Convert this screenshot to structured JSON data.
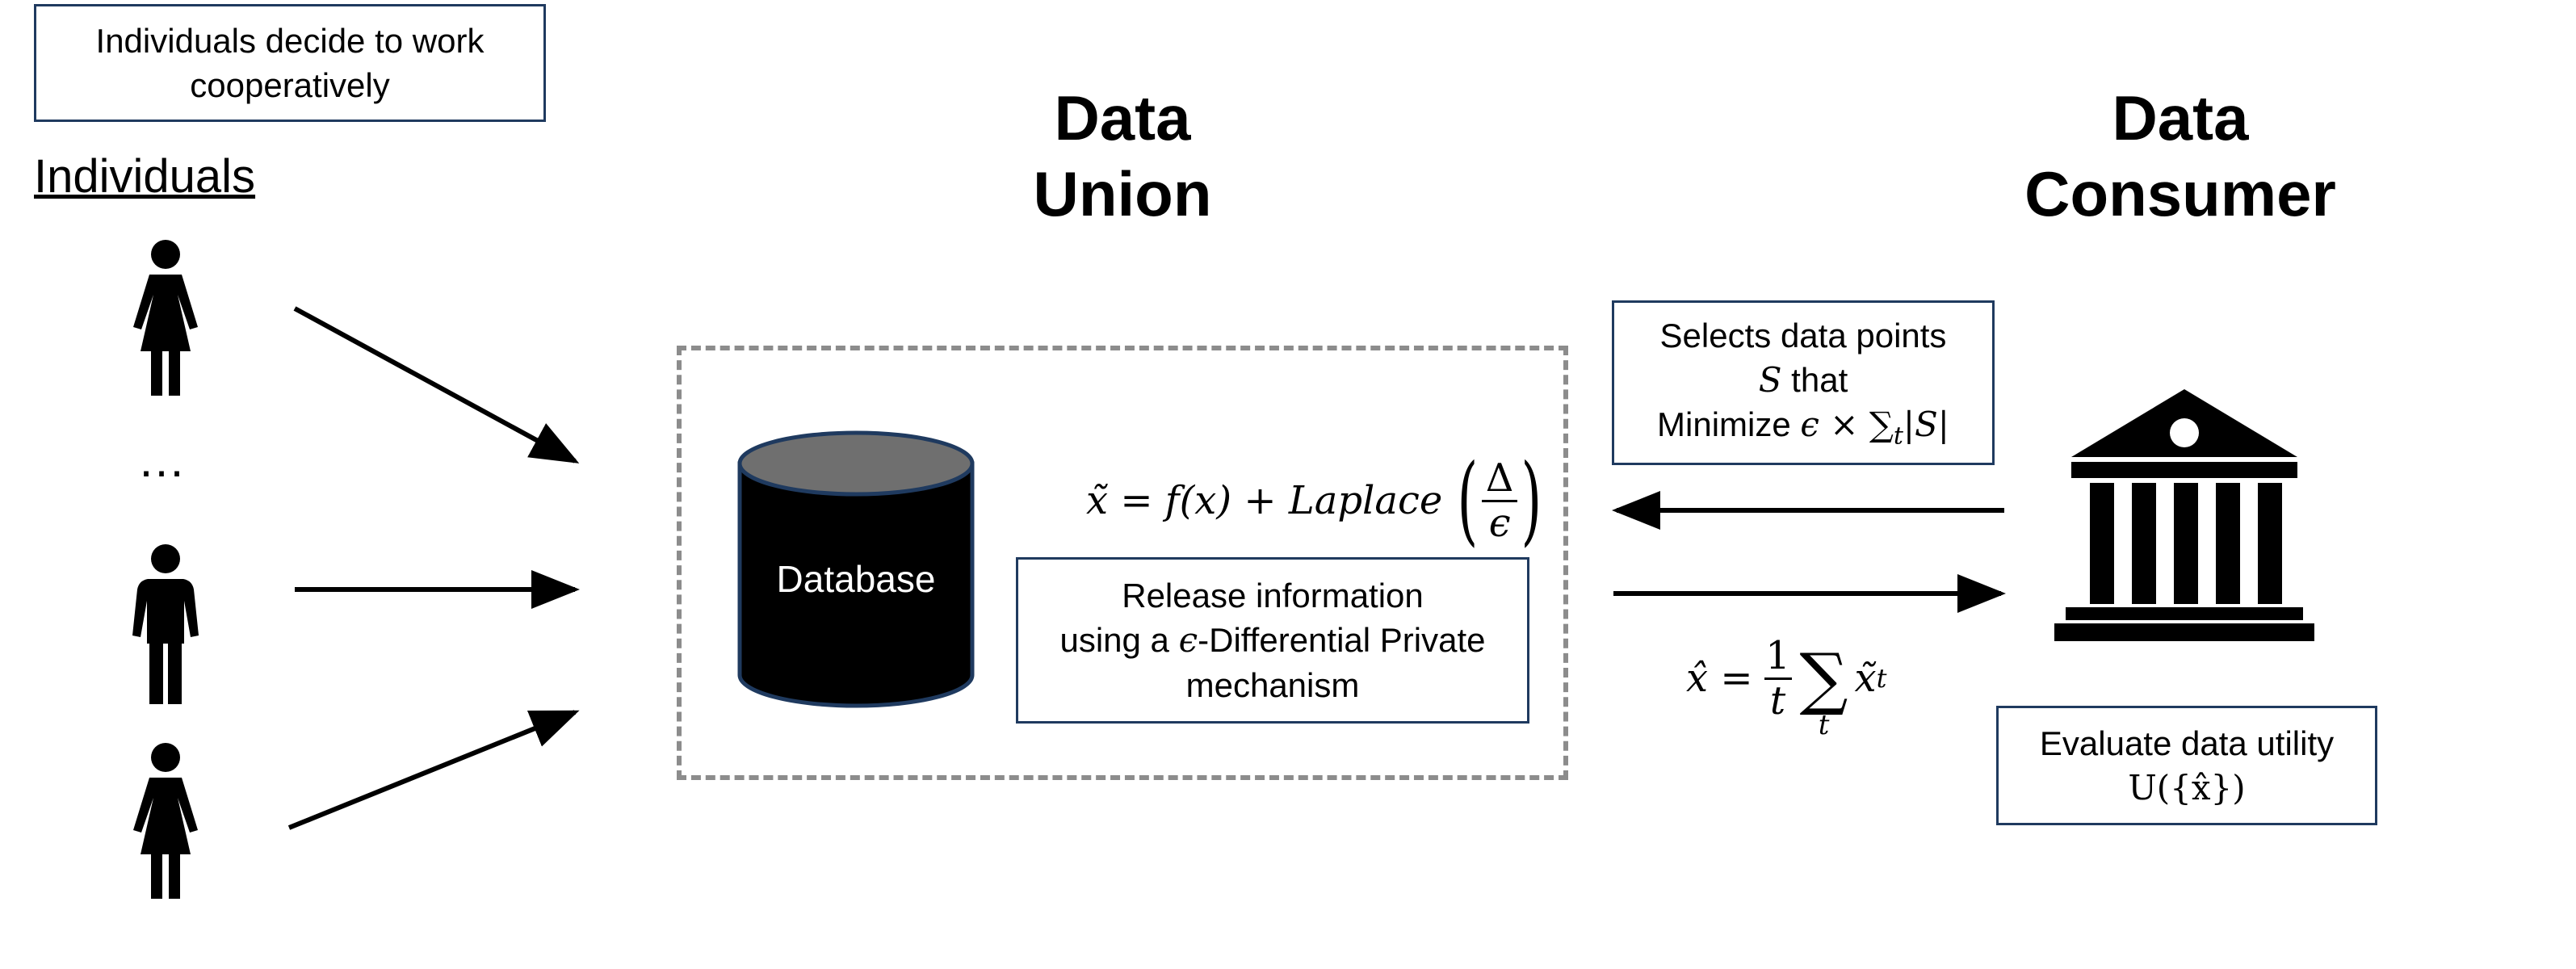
{
  "note_box": {
    "text": "Individuals decide to work cooperatively"
  },
  "individuals": {
    "label": "Individuals",
    "ellipsis": "…"
  },
  "data_union": {
    "heading_line1": "Data",
    "heading_line2": "Union"
  },
  "data_consumer": {
    "heading_line1": "Data",
    "heading_line2": "Consumer"
  },
  "database": {
    "label": "Database"
  },
  "formula_release": {
    "lhs": "x̃ = f(x) + Laplace",
    "frac_num": "Δ",
    "frac_den": "ϵ"
  },
  "release_box": {
    "line1": "Release information",
    "line2_pre": "using a ",
    "line2_eps": "ϵ",
    "line2_post": "-Differential Private",
    "line3": "mechanism"
  },
  "selects_box": {
    "line1": "Selects data points",
    "line2_var": "S",
    "line2_post": " that",
    "line3_pre": "Minimize ",
    "line3_math": "ϵ × ∑",
    "line3_sub": "t",
    "line3_post": "|S|"
  },
  "formula_estimate": {
    "lhs": "x̂ =",
    "frac_num": "1",
    "frac_den": "t",
    "sum": "∑",
    "sum_sub": "t",
    "term": "x̃",
    "term_sub": "t"
  },
  "utility_box": {
    "line1": "Evaluate data utility",
    "line2": "U({x̂})"
  },
  "colors": {
    "box_border": "#1f3a5f",
    "dashed_border": "#8c8c8c",
    "cylinder_top": "#6f6f6f",
    "cylinder_body": "#000000"
  }
}
